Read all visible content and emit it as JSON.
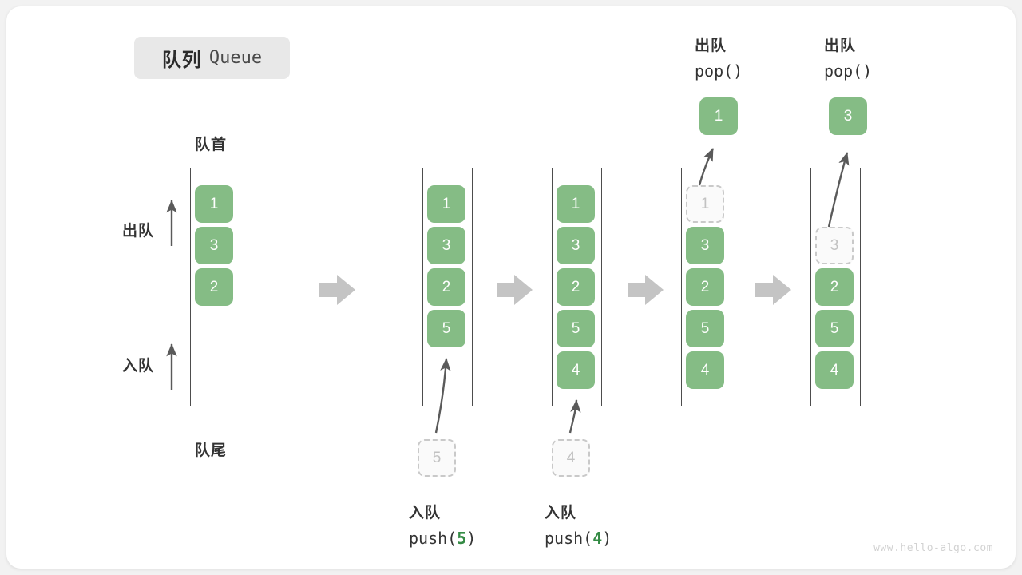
{
  "diagram": {
    "title_cn": "队列",
    "title_en": "Queue",
    "watermark": "www.hello-algo.com",
    "accent_green": "#348b45",
    "cell_green": "#85bc85",
    "ghost_gray": "#c2c2c2",
    "arrow_gray": "#c4c4c4",
    "side_labels": {
      "front": "队首",
      "rear": "队尾",
      "pop_side": "出队",
      "push_side": "入队"
    },
    "step_arrow_icon": "right-block-arrow",
    "up_arrow_icon": "up-arrow",
    "columns": [
      {
        "id": "initial",
        "cells": [
          {
            "value": "1",
            "state": "solid"
          },
          {
            "value": "3",
            "state": "solid"
          },
          {
            "value": "2",
            "state": "solid"
          }
        ],
        "caption_cn": "",
        "caption_code": "",
        "top_label_cn": "",
        "top_label_code": ""
      },
      {
        "id": "push-5",
        "cells": [
          {
            "value": "1",
            "state": "solid"
          },
          {
            "value": "3",
            "state": "solid"
          },
          {
            "value": "2",
            "state": "solid"
          },
          {
            "value": "5",
            "state": "solid"
          }
        ],
        "incoming": {
          "value": "5",
          "state": "ghost"
        },
        "caption_cn": "入队",
        "caption_code": "push(5)",
        "caption_code_prefix": "push(",
        "caption_code_arg": "5",
        "caption_code_suffix": ")"
      },
      {
        "id": "push-4",
        "cells": [
          {
            "value": "1",
            "state": "solid"
          },
          {
            "value": "3",
            "state": "solid"
          },
          {
            "value": "2",
            "state": "solid"
          },
          {
            "value": "5",
            "state": "solid"
          },
          {
            "value": "4",
            "state": "solid"
          }
        ],
        "incoming": {
          "value": "4",
          "state": "ghost"
        },
        "caption_cn": "入队",
        "caption_code": "push(4)",
        "caption_code_prefix": "push(",
        "caption_code_arg": "4",
        "caption_code_suffix": ")"
      },
      {
        "id": "pop-1",
        "cells": [
          {
            "value": "1",
            "state": "ghost"
          },
          {
            "value": "3",
            "state": "solid"
          },
          {
            "value": "2",
            "state": "solid"
          },
          {
            "value": "5",
            "state": "solid"
          },
          {
            "value": "4",
            "state": "solid"
          }
        ],
        "outgoing": {
          "value": "1",
          "state": "solid"
        },
        "top_label_cn": "出队",
        "top_label_code": "pop()"
      },
      {
        "id": "pop-3",
        "cells": [
          {
            "value": "3",
            "state": "ghost"
          },
          {
            "value": "2",
            "state": "solid"
          },
          {
            "value": "5",
            "state": "solid"
          },
          {
            "value": "4",
            "state": "solid"
          }
        ],
        "outgoing": {
          "value": "3",
          "state": "solid"
        },
        "top_label_cn": "出队",
        "top_label_code": "pop()"
      }
    ]
  }
}
